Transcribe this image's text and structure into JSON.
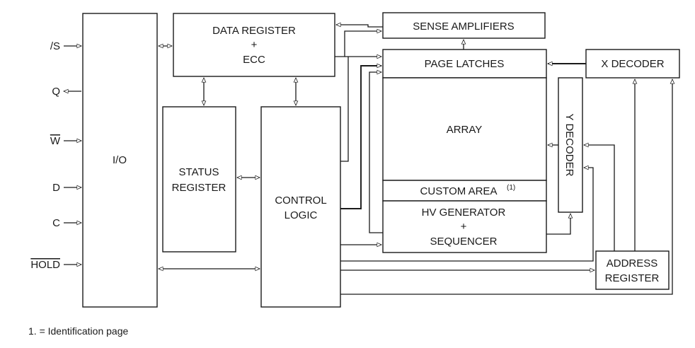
{
  "pins": [
    "/S",
    "Q",
    "W",
    "D",
    "C",
    "HOLD"
  ],
  "blocks": {
    "io": "I/O",
    "data_register_1": "DATA REGISTER",
    "data_register_plus": "+",
    "data_register_2": "ECC",
    "status_register_1": "STATUS",
    "status_register_2": "REGISTER",
    "control_logic_1": "CONTROL",
    "control_logic_2": "LOGIC",
    "sense_amplifiers": "SENSE AMPLIFIERS",
    "page_latches": "PAGE LATCHES",
    "x_decoder": "X DECODER",
    "array": "ARRAY",
    "y_decoder": "Y DECODER",
    "custom_area": "CUSTOM AREA",
    "custom_area_note": "(1)",
    "hv_generator_1": "HV GENERATOR",
    "hv_generator_plus": "+",
    "hv_generator_2": "SEQUENCER",
    "address_register_1": "ADDRESS",
    "address_register_2": "REGISTER"
  },
  "footnote": "1. = Identification page"
}
